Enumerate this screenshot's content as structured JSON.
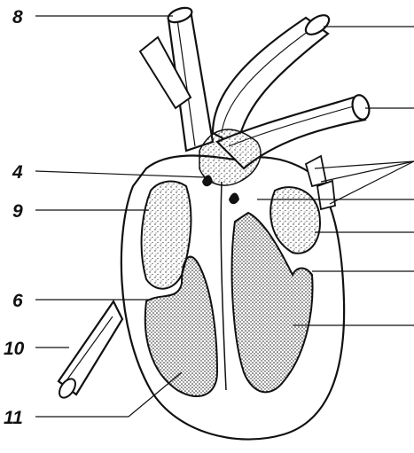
{
  "diagram": {
    "left_labels": [
      {
        "id": "label-8",
        "text": "8"
      },
      {
        "id": "label-4",
        "text": "4"
      },
      {
        "id": "label-9",
        "text": "9"
      },
      {
        "id": "label-6",
        "text": "6"
      },
      {
        "id": "label-10",
        "text": "10"
      },
      {
        "id": "label-11",
        "text": "11"
      }
    ]
  },
  "colors": {
    "ink": "#111111",
    "paper": "#ffffff",
    "stipple": "#2a2a2a"
  }
}
